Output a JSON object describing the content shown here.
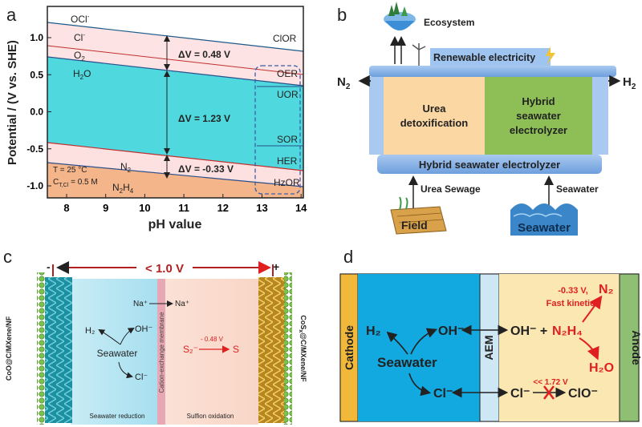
{
  "panels": {
    "a": "a",
    "b": "b",
    "c": "c",
    "d": "d"
  },
  "panel_a": {
    "ylabel": "Potential / (V vs. SHE)",
    "xlabel": "pH value",
    "xticks": [
      "8",
      "9",
      "10",
      "11",
      "12",
      "13",
      "14"
    ],
    "yticks": [
      "1.0",
      "0.5",
      "0.0",
      "-0.5",
      "-1.0"
    ],
    "species": {
      "ocl": "OCl",
      "ocl_sup": "-",
      "cl": "Cl",
      "cl_sup": "-",
      "o2": "O",
      "o2_sub": "2",
      "h2o": "H",
      "h2o_sub": "2",
      "h2o_end": "O",
      "n2": "N",
      "n2_sub": "2",
      "n2h4_a": "N",
      "n2h4_s1": "2",
      "n2h4_b": "H",
      "n2h4_s2": "4"
    },
    "reactions": [
      "ClOR",
      "OER",
      "UOR",
      "SOR",
      "HER",
      "HzOR"
    ],
    "dv1": "ΔV = 0.48 V",
    "dv2": "ΔV = 1.23 V",
    "dv3": "ΔV = -0.33 V",
    "temp": "T = 25 °C",
    "conc": "C",
    "conc_sub": "T,Cl",
    "conc_val": " = 0.5 M"
  },
  "panel_b": {
    "ecosystem": "Ecosystem",
    "renewable": "Renewable electricity",
    "n2": "N",
    "n2_sub": "2",
    "h2": "H",
    "h2_sub": "2",
    "urea_detox_1": "Urea",
    "urea_detox_2": "detoxification",
    "hybrid_1": "Hybrid",
    "hybrid_2": "seawater",
    "hybrid_3": "electrolyzer",
    "bottom_bar": "Hybrid seawater electrolyzer",
    "urea_sewage": "Urea Sewage",
    "seawater_in": "Seawater",
    "field": "Field",
    "seawater_label": "Seawater"
  },
  "panel_c": {
    "voltage": "< 1.0 V",
    "minus": "-",
    "plus": "+",
    "left_electrode": "CoO@C/MXene/NF",
    "right_electrode_a": "CoS",
    "right_electrode_sub": "x",
    "right_electrode_b": "@C/MXene/NF",
    "membrane": "Cation-exchange membrane",
    "na_left": "Na⁺",
    "na_right": "Na⁺",
    "h2": "H₂",
    "oh": "OH⁻",
    "seawater": "Seawater",
    "cl": "Cl⁻",
    "s2": "S₂⁻",
    "s2_pot": "- 0.48 V",
    "s": "S",
    "left_caption": "Seawater reduction",
    "right_caption": "Sulfion oxidation"
  },
  "panel_d": {
    "cathode": "Cathode",
    "anode": "Anode",
    "aem": "AEM",
    "h2": "H₂",
    "seawater": "Seawater",
    "oh_left": "OH⁻",
    "oh_right": "OH⁻ +",
    "n2h4": "N₂H₄",
    "n2": "N₂",
    "h2o": "H₂O",
    "cl_left": "Cl⁻",
    "cl_right": "Cl⁻",
    "clo": "ClO⁻",
    "kinetics_1": "-0.33 V,",
    "kinetics_2": "Fast kinetics",
    "limit": "<< 1.72 V"
  },
  "colors": {
    "cyan": "#4fd8de",
    "pink": "#fde1e1",
    "orange": "#f4b58a",
    "blue": "#12a8e0",
    "orange_panel": "#fbe7b2",
    "green": "#8fbf73",
    "red": "#e02020",
    "cathode": "#f2b83a"
  }
}
